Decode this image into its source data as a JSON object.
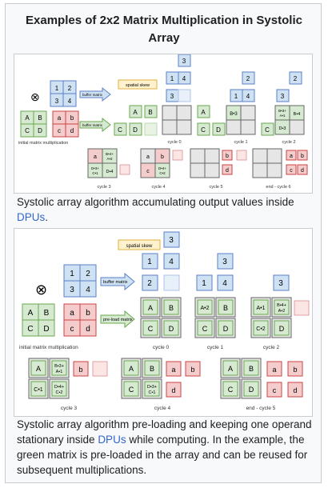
{
  "title": "Examples of 2x2 Matrix Multiplication in Systolic Array",
  "figure1": {
    "labels": {
      "buffer_a": "buffer matrix",
      "buffer_b": "buffer matrix",
      "spatial_skew": "spatial skew",
      "initial": "initial matrix multiplication",
      "cycle0": "cycle 0",
      "cycle1": "cycle 1",
      "cycle2": "cycle 2",
      "cycle3": "cycle 3",
      "cycle4": "cycle 4",
      "cycle5": "cycle 5",
      "end": "end - cycle 6"
    }
  },
  "caption1": {
    "text": "Systolic array algorithm accumulating output values inside ",
    "link": "DPUs",
    "end": "."
  },
  "figure2": {
    "labels": {
      "buffer_matrix": "buffer matrix",
      "preload_matrix": "pre-load matrix",
      "spatial_skew": "spatial skew",
      "initial": "initial matrix multiplication",
      "cycle0": "cycle 0",
      "cycle1": "cycle 1",
      "cycle2": "cycle 2",
      "cycle3": "cycle 3",
      "cycle4": "cycle 4",
      "end": "end - cycle 5"
    }
  },
  "caption2": {
    "text1": "Systolic array algorithm pre-loading and keeping one operand stationary inside ",
    "link": "DPUs",
    "text2": " while computing. In the example, the green matrix is pre-loaded in the array and can be reused for subsequent multiplications."
  },
  "colors": {
    "blue_fill": "#cfe2f3",
    "blue_stroke": "#5b7fc7",
    "green_fill": "#d5ead0",
    "green_stroke": "#6aa84f",
    "red_fill": "#f4cccc",
    "red_stroke": "#cc4444",
    "grey_fill": "#e6e6e6",
    "grey_stroke": "#666666",
    "note_fill": "#fff2cc",
    "note_stroke": "#e0b040",
    "link": "#3366cc"
  }
}
